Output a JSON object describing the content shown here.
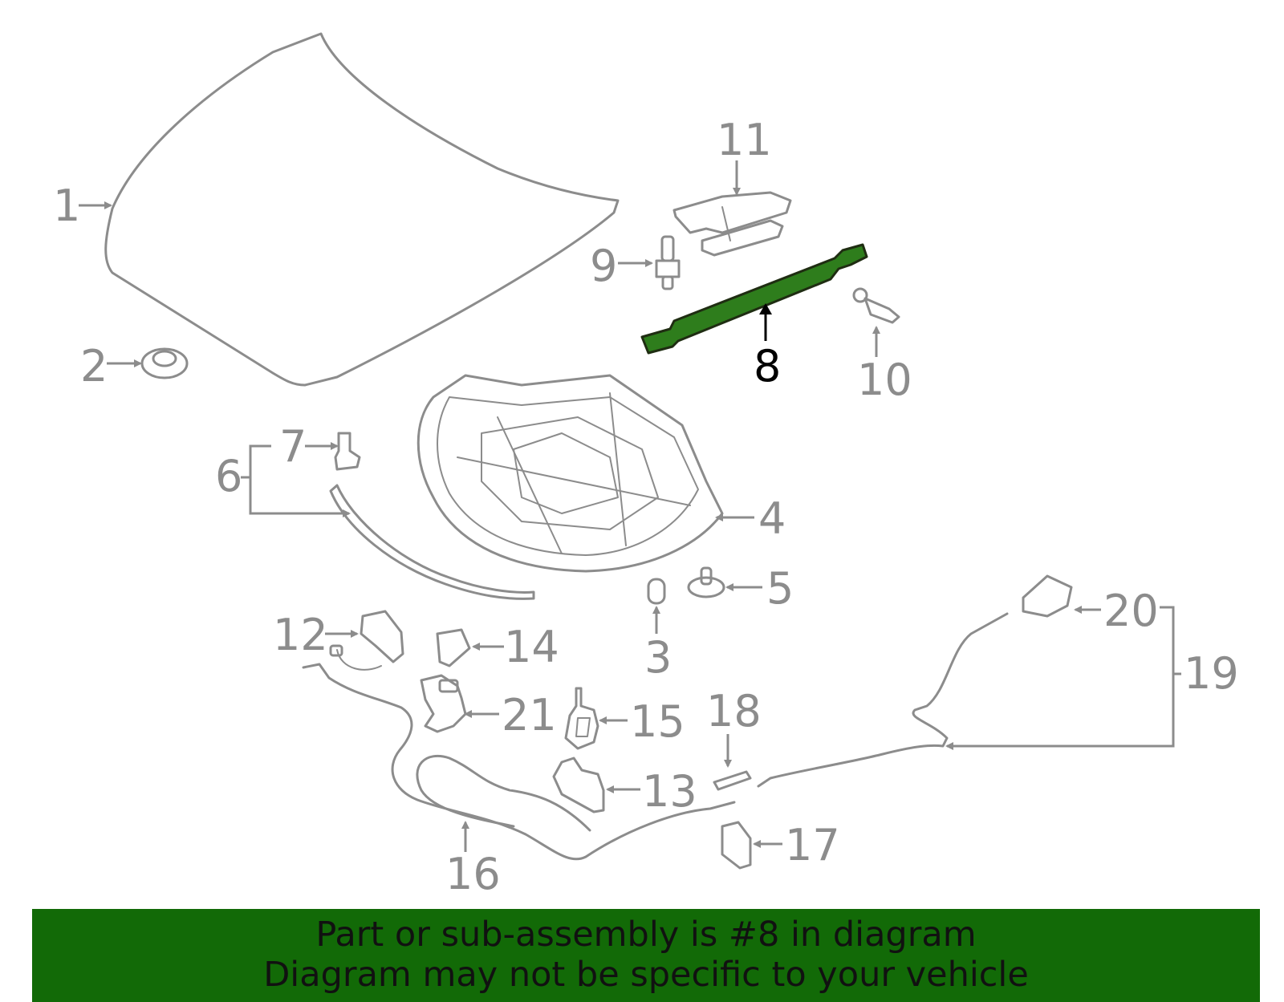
{
  "diagram": {
    "highlight_color": "#2e7d1c",
    "part_color": "#8c8c8c",
    "callouts": {
      "c1": "1",
      "c2": "2",
      "c3": "3",
      "c4": "4",
      "c5": "5",
      "c6": "6",
      "c7": "7",
      "c8": "8",
      "c9": "9",
      "c10": "10",
      "c11": "11",
      "c12": "12",
      "c13": "13",
      "c14": "14",
      "c15": "15",
      "c16": "16",
      "c17": "17",
      "c18": "18",
      "c19": "19",
      "c20": "20",
      "c21": "21"
    },
    "highlighted_part": "8"
  },
  "banner": {
    "background": "#126a07",
    "line1": "Part or sub-assembly is #8 in diagram",
    "line2": "Diagram may not be specific to your vehicle"
  }
}
